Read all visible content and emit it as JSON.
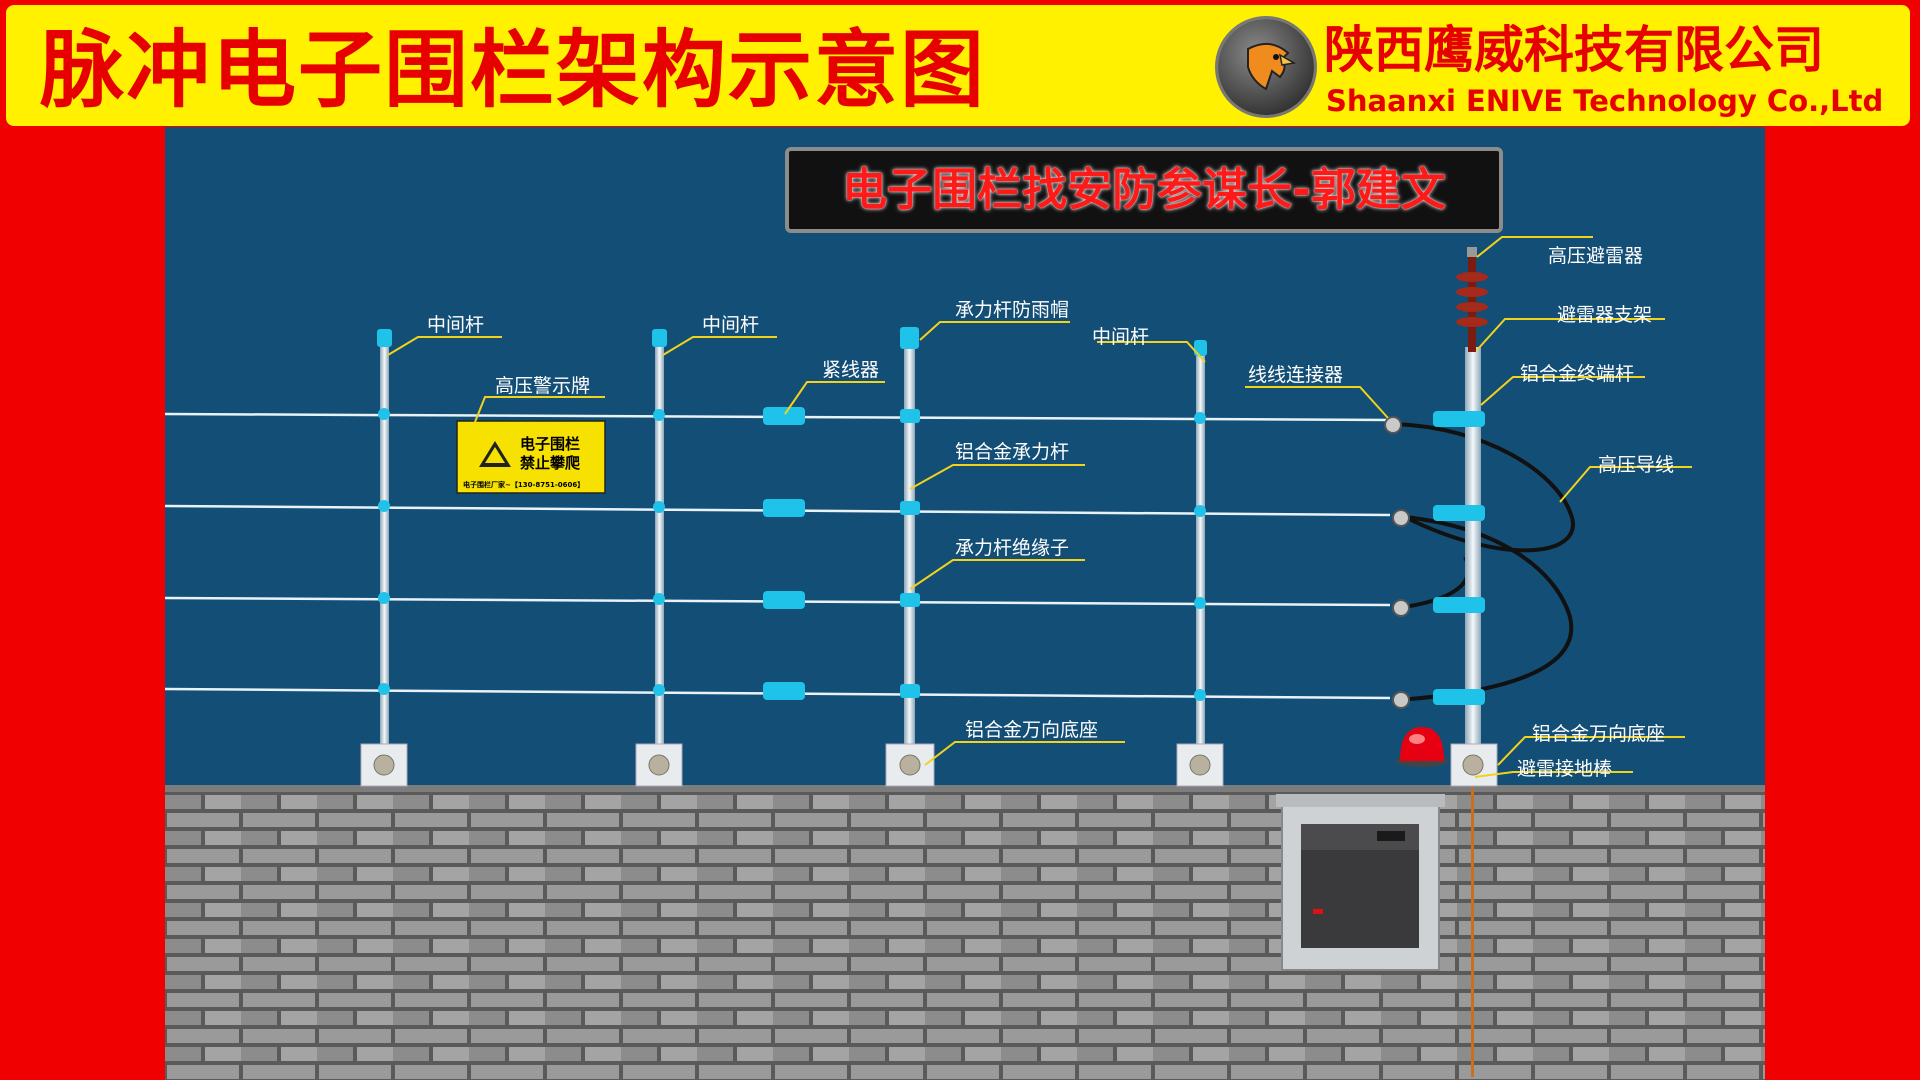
{
  "header": {
    "title": "脉冲电子围栏架构示意图",
    "company_cn": "陕西鹰威科技有限公司",
    "company_en": "Shaanxi ENIVE Technology Co.,Ltd",
    "logo_icon": "eagle-logo-icon"
  },
  "banner": {
    "text": "电子围栏找安防参谋长-郭建文"
  },
  "sign": {
    "line1": "电子围栏",
    "line2": "禁止攀爬",
    "footer": "电子围栏厂家~【130-8751-0606】"
  },
  "labels": {
    "middle_pole_1": "中间杆",
    "middle_pole_2": "中间杆",
    "middle_pole_3": "中间杆",
    "warning_sign": "高压警示牌",
    "tensioner": "紧线器",
    "rain_cap": "承力杆防雨帽",
    "load_pole": "铝合金承力杆",
    "insulator": "承力杆绝缘子",
    "base_1": "铝合金万向底座",
    "connector": "线线连接器",
    "arrester": "高压避雷器",
    "arrester_bracket": "避雷器支架",
    "terminal_pole": "铝合金终端杆",
    "hv_wire": "高压导线",
    "base_2": "铝合金万向底座",
    "ground_rod": "避雷接地棒"
  },
  "colors": {
    "page_bg": "#f00000",
    "header_bg": "#fff100",
    "title_red": "#e60000",
    "panel_bg": "#134e76",
    "accent_cyan": "#1fc2e8",
    "label_line": "#f2d21b"
  }
}
